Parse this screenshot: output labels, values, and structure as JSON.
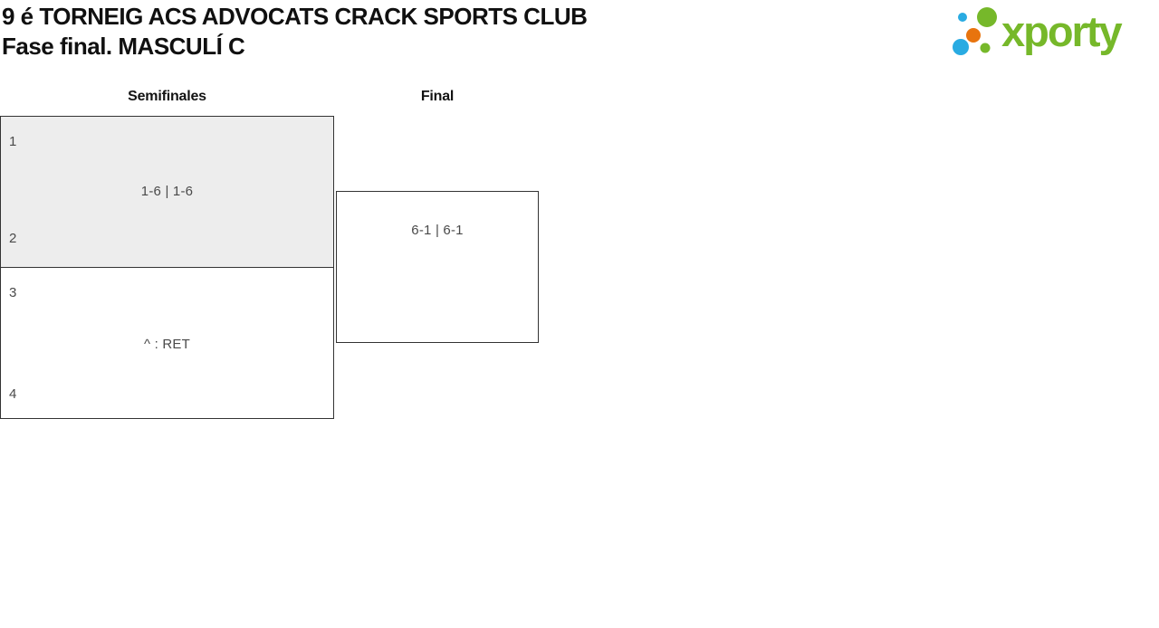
{
  "header": {
    "title_line1": "9 é TORNEIG ACS ADVOCATS CRACK SPORTS CLUB",
    "title_line2": "Fase final. MASCULÍ C"
  },
  "logo": {
    "text": "xporty",
    "green": "#76b82a",
    "blue": "#29abe2",
    "orange": "#e8740e"
  },
  "bracket": {
    "rounds": [
      {
        "label": "Semifinales"
      },
      {
        "label": "Final"
      }
    ],
    "matches": [
      {
        "round": "Semifinales",
        "seed_top": "1",
        "seed_bottom": "2",
        "score": "1-6 | 1-6"
      },
      {
        "round": "Semifinales",
        "seed_top": "3",
        "seed_bottom": "4",
        "score": "^ : RET"
      },
      {
        "round": "Final",
        "score": "6-1 | 6-1"
      }
    ]
  }
}
